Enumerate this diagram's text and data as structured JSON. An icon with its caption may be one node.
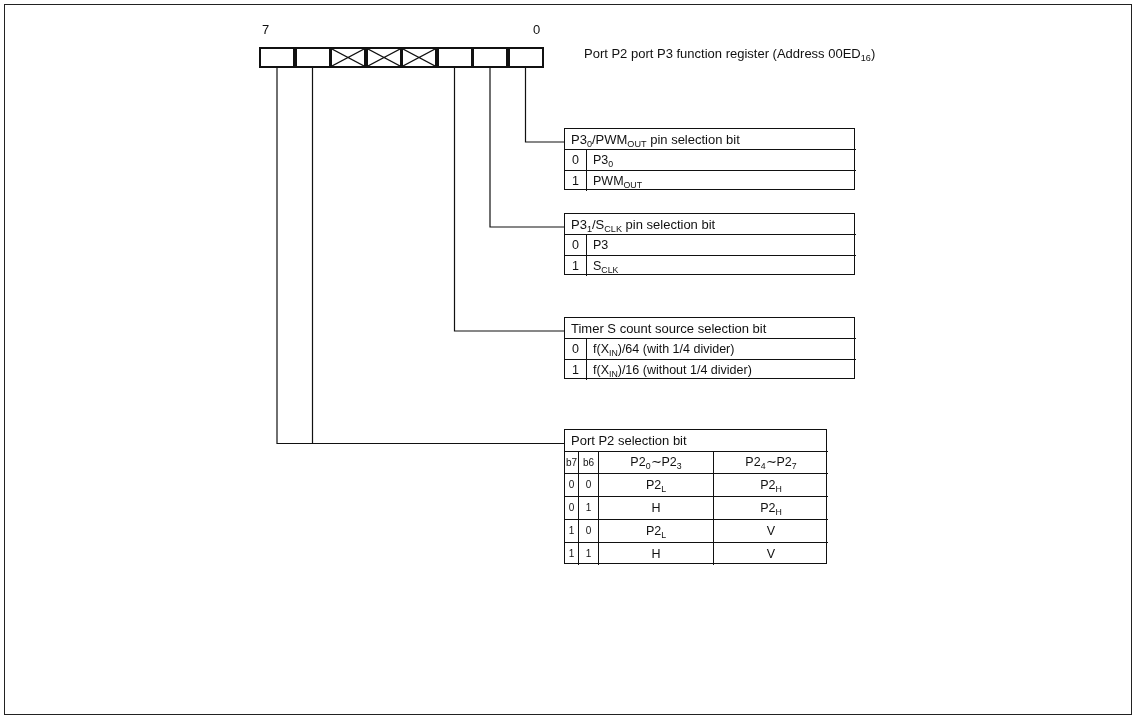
{
  "diagram": {
    "title": "Port P2 port P3 function register (Address 00ED$_{16}$)",
    "nodes": [
      {
        "text": [],
        "shape": "box"
      },
      {
        "text": [],
        "shape": "box"
      },
      {
        "text": [],
        "shape": "cross"
      },
      {
        "text": [],
        "shape": "cross"
      },
      {
        "text": [],
        "shape": "cross"
      },
      {
        "text": [],
        "shape": "box"
      },
      {
        "text": [],
        "shape": "box"
      },
      {
        "text": [],
        "shape": "box"
      },
      {
        "text": [
          "P3$_{0}$/PWM$_{OUT}$ pin selection bit",
          "0",
          "P3$_{0}$",
          "1",
          "PWM$_{OUT}$"
        ]
      },
      {
        "text": [
          "P3$_{1}$/S$_{CLK}$ pin selection bit",
          "0",
          "P3",
          "1",
          "S$_{CLK}$"
        ]
      },
      {
        "text": [
          "Timer S count source selection bit",
          "0",
          "f(X$_{IN}$)/64 (with 1/4 divider)",
          "1",
          "f(X$_{IN}$)/16 (without 1/4 divider)"
        ]
      },
      {
        "text": [
          "Port P2 selection bit",
          "b7",
          "b6",
          "P2$_{0}$∼P2$_{3}$",
          "P2$_{4}$∼P2$_{7}$",
          "0",
          "0",
          "P2$_{L}$",
          "P2$_{H}$",
          "0",
          "1",
          "H",
          "P2$_{H}$",
          "1",
          "0",
          "P2$_{L}$",
          "V",
          "1",
          "1",
          "H",
          "V"
        ]
      }
    ],
    "edges": [
      {
        "from": 7,
        "to": 8,
        "arrow": "none"
      },
      {
        "from": 6,
        "to": 9,
        "arrow": "none"
      },
      {
        "from": 5,
        "to": 10,
        "arrow": "none"
      },
      {
        "from": 1,
        "to": 11,
        "arrow": "none"
      },
      {
        "from": 0,
        "to": 11,
        "arrow": "none"
      }
    ],
    "labels": [
      "7",
      "0"
    ]
  }
}
